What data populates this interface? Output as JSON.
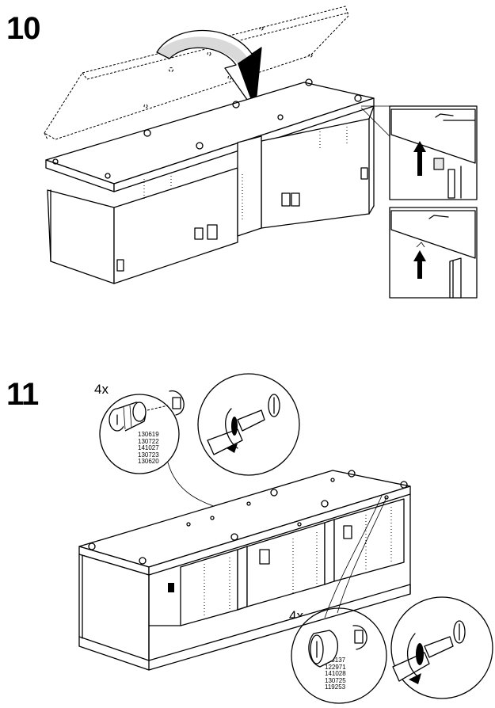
{
  "steps": [
    {
      "number": "10"
    },
    {
      "number": "11",
      "quantity_label_1": "4x",
      "quantity_label_2": "4x"
    }
  ],
  "part_codes_1": [
    "130619",
    "130722",
    "141027",
    "130723",
    "130620"
  ],
  "part_codes_2": [
    "118137",
    "122971",
    "141028",
    "130725",
    "119253"
  ],
  "colors": {
    "ink": "#000000",
    "paper": "#ffffff",
    "shade": "#e6e6e6"
  },
  "icons": [
    "curved-arrow-icon",
    "up-arrow-icon",
    "cam-lock-icon",
    "screwdriver-icon",
    "rotate-arrow-icon"
  ]
}
